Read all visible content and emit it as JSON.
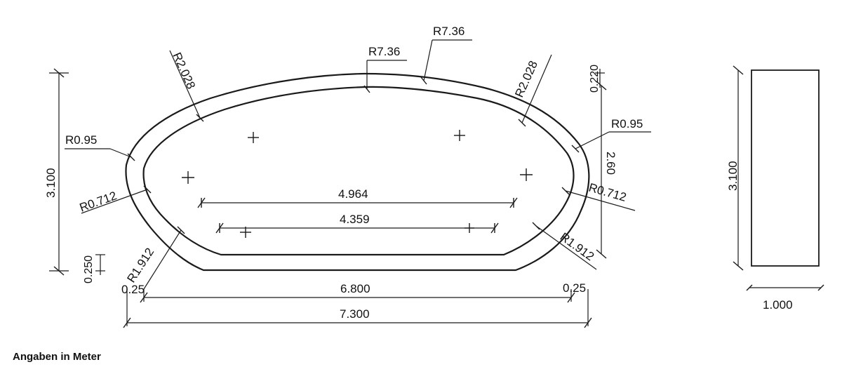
{
  "labels": {
    "r7_36_inner": "R7.36",
    "r7_36_outer": "R7.36",
    "r2_028_left": "R2.028",
    "r2_028_right": "R2.028",
    "r0_95_left": "R0.95",
    "r0_95_right": "R0.95",
    "r0_712_left": "R0.712",
    "r0_712_right": "R0.712",
    "r1_912_left": "R1.912",
    "r1_912_right": "R1.912",
    "height_left": "3.100",
    "height_right": "2.60",
    "top_offset": "0.220",
    "bottom_offset": "0.250",
    "width_4964": "4.964",
    "width_4359": "4.359",
    "width_6800": "6.800",
    "width_7300": "7.300",
    "side_left": "0.25",
    "side_right": "0.25",
    "rect_height": "3.100",
    "rect_width": "1.000"
  },
  "caption": "Angaben in Meter"
}
